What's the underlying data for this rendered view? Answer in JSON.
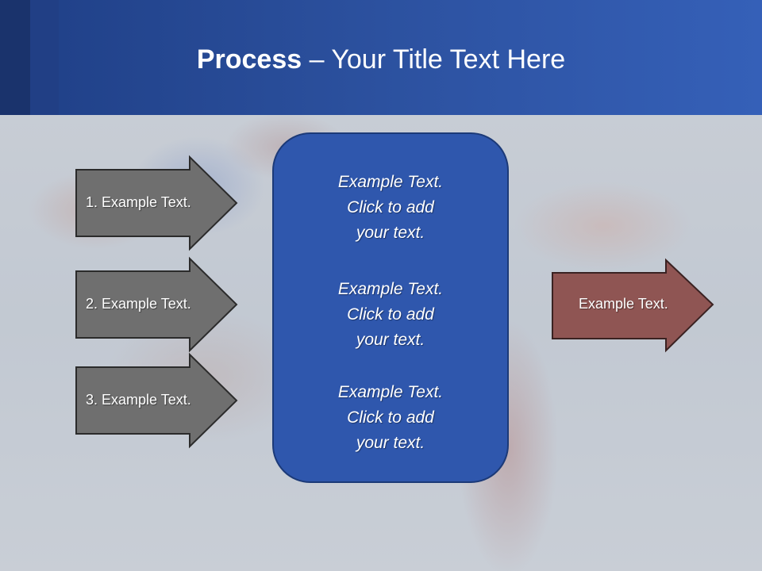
{
  "title": {
    "bold": "Process",
    "rest": " – Your Title Text Here"
  },
  "steps": [
    {
      "label": "1. Example Text."
    },
    {
      "label": "2. Example Text."
    },
    {
      "label": "3. Example Text."
    }
  ],
  "center_blocks": [
    {
      "text": "Example Text.\nClick  to add\nyour text."
    },
    {
      "text": "Example Text.\nClick  to add\nyour text."
    },
    {
      "text": "Example Text.\nClick  to add\nyour text."
    }
  ],
  "output": {
    "label": "Example Text."
  },
  "colors": {
    "header": "#2c519f",
    "step_arrow_fill": "#6f6f6f",
    "output_arrow_fill": "#8f5553",
    "panel_fill": "#2f57ad"
  }
}
